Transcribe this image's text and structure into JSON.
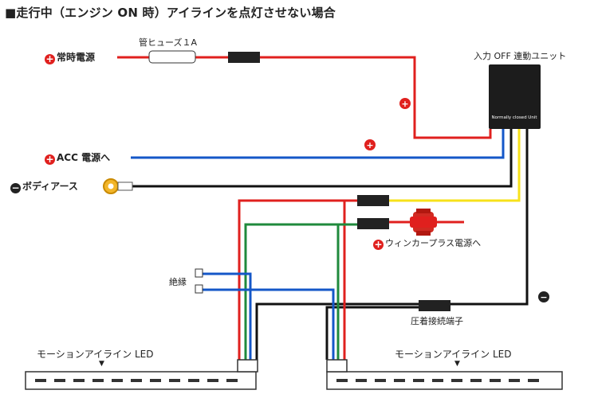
{
  "title": "■走行中（エンジン ON 時）アイラインを点灯させない場合",
  "labels": {
    "constant_power": "常時電源",
    "acc_power": "ACC 電源へ",
    "body_ground": "ボディアース",
    "fuse": "管ヒューズ１A",
    "unit_title": "入力 OFF 連動ユニット",
    "unit_text": "Normally closed Unit",
    "winker": "ウィンカープラス電源へ",
    "insulation": "絶縁",
    "crimp": "圧着接続端子",
    "led_left": "モーションアイライン LED",
    "led_right": "モーションアイライン LED"
  },
  "symbols": {
    "plus": "+",
    "minus": "−",
    "marker": "▼"
  },
  "colors": {
    "red": "#e0201e",
    "blue": "#1457c8",
    "black": "#111111",
    "yellow": "#f7e11a",
    "green": "#1f8a3c",
    "unit": "#1c1c1c"
  }
}
